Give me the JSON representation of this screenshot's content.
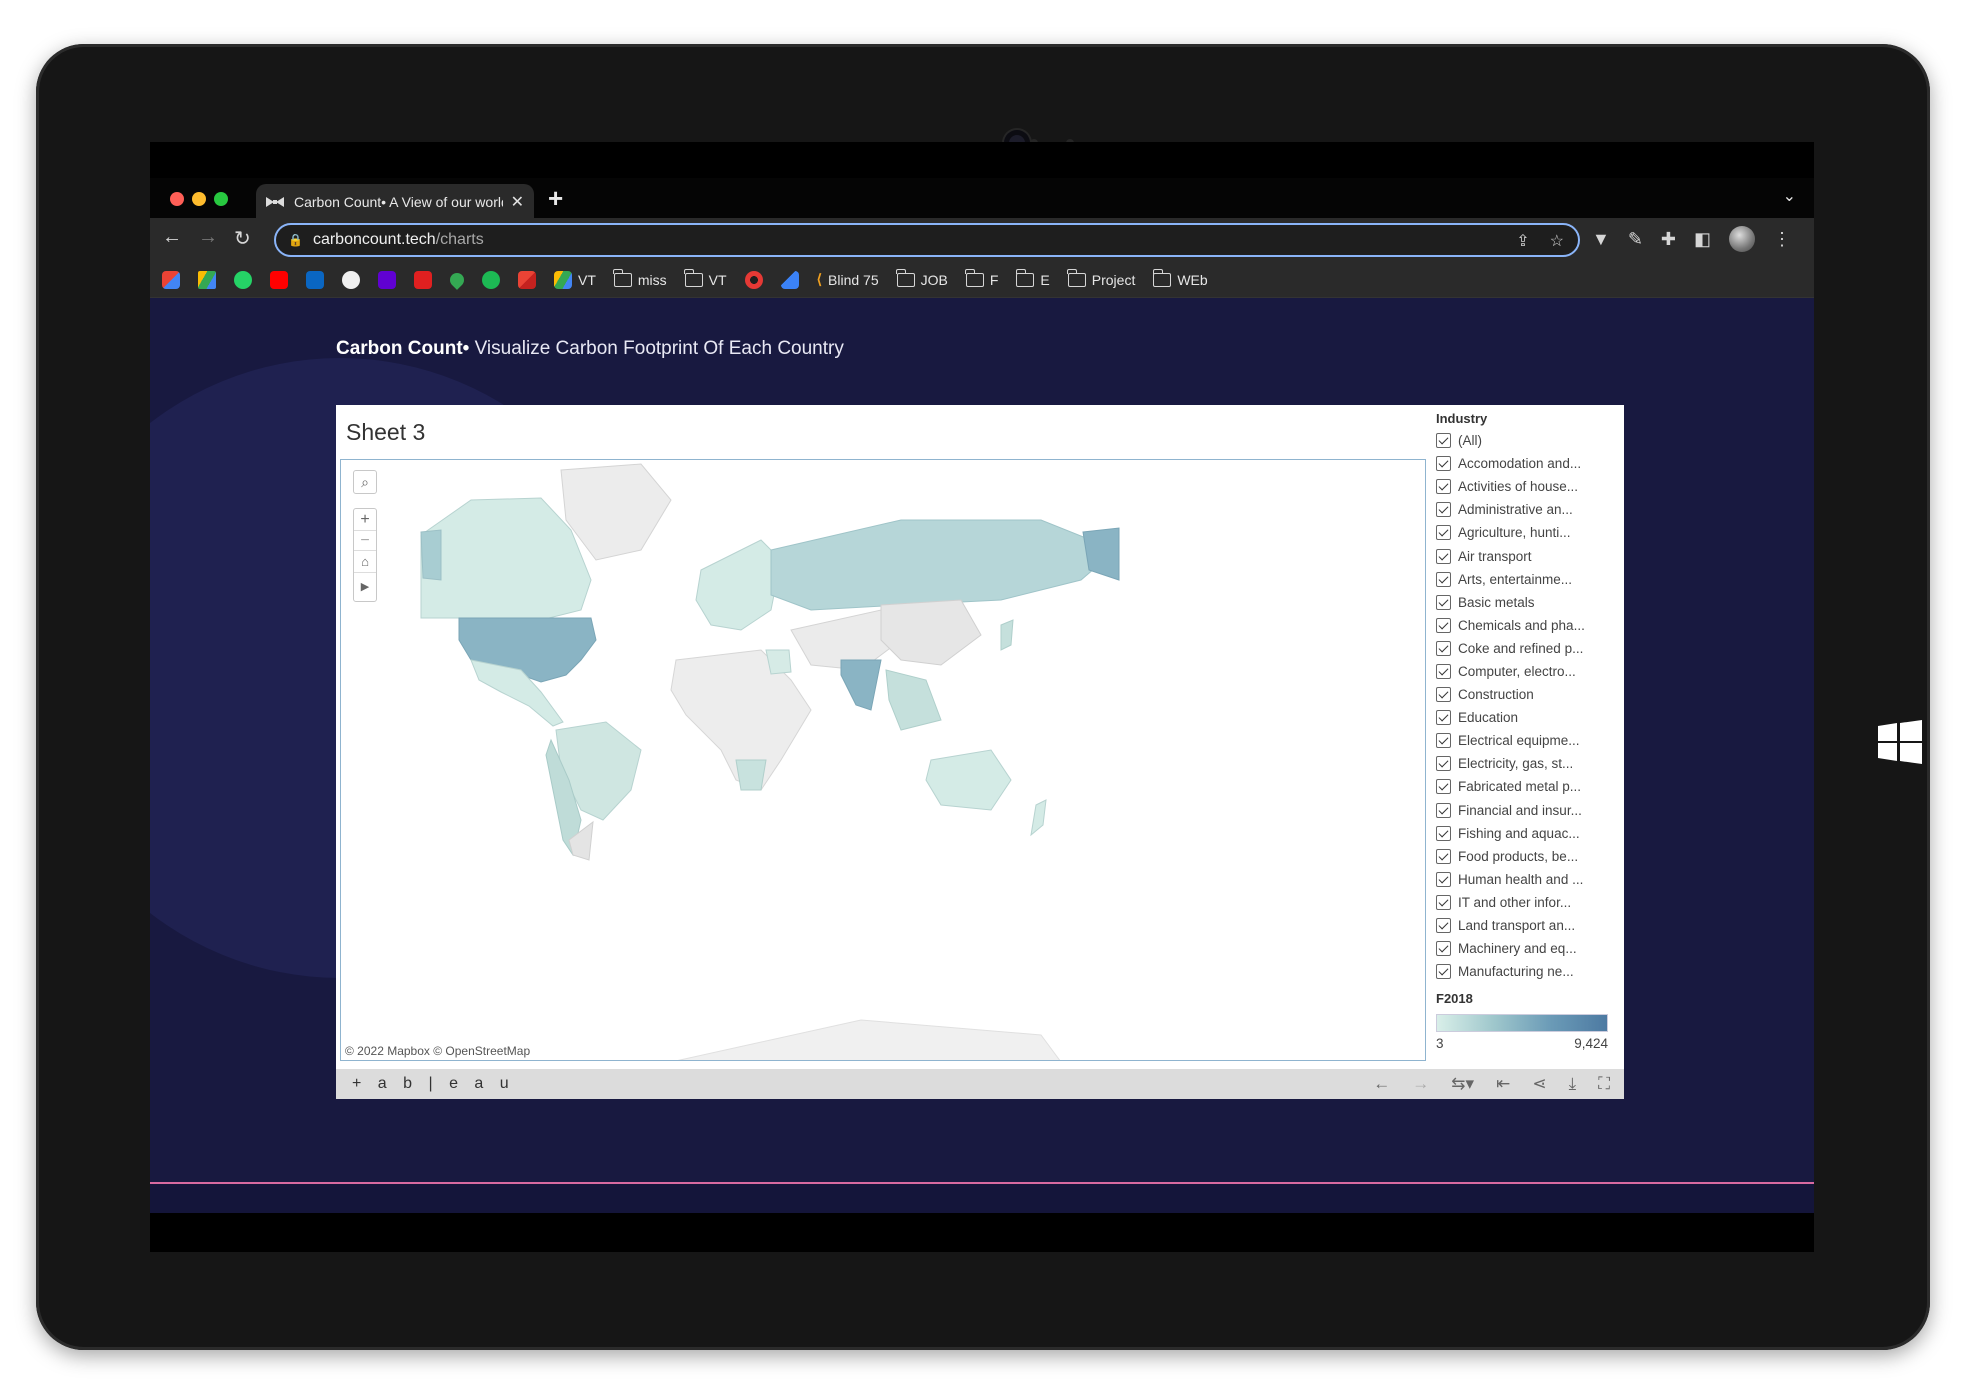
{
  "browser": {
    "tab_title": "Carbon Count• A View of our world",
    "tab_close": "✕",
    "new_tab": "+",
    "tab_menu": "⌄",
    "url_host": "carboncount.tech",
    "url_path": "/charts"
  },
  "bookmarks": {
    "labels": [
      "VT",
      "miss",
      "VT",
      "Blind 75",
      "JOB",
      "F",
      "E",
      "Project",
      "WEb"
    ]
  },
  "page": {
    "brand": "Carbon Count•",
    "tagline": " Visualize Carbon Footprint Of Each Country"
  },
  "viz": {
    "sheet_title": "Sheet 3",
    "attribution": "© 2022 Mapbox  © OpenStreetMap",
    "tableau_logo": "+ a b | e a u",
    "legend_title": "Industry",
    "industries": [
      "(All)",
      "Accomodation and...",
      "Activities of house...",
      "Administrative an...",
      "Agriculture, hunti...",
      "Air transport",
      "Arts, entertainme...",
      "Basic metals",
      "Chemicals and pha...",
      "Coke and refined p...",
      "Computer, electro...",
      "Construction",
      "Education",
      "Electrical equipme...",
      "Electricity, gas, st...",
      "Fabricated metal p...",
      "Financial and insur...",
      "Fishing and aquac...",
      "Food products, be...",
      "Human health and ...",
      "IT and other infor...",
      "Land transport an...",
      "Machinery and eq...",
      "Manufacturing ne..."
    ],
    "color_legend_title": "F2018",
    "color_min": "3",
    "color_max": "9,424"
  },
  "colors": {
    "page_bg": "#181940",
    "accent_line": "#d86aa0",
    "map_low": "#d9efe9",
    "map_high": "#4d7aa2"
  }
}
